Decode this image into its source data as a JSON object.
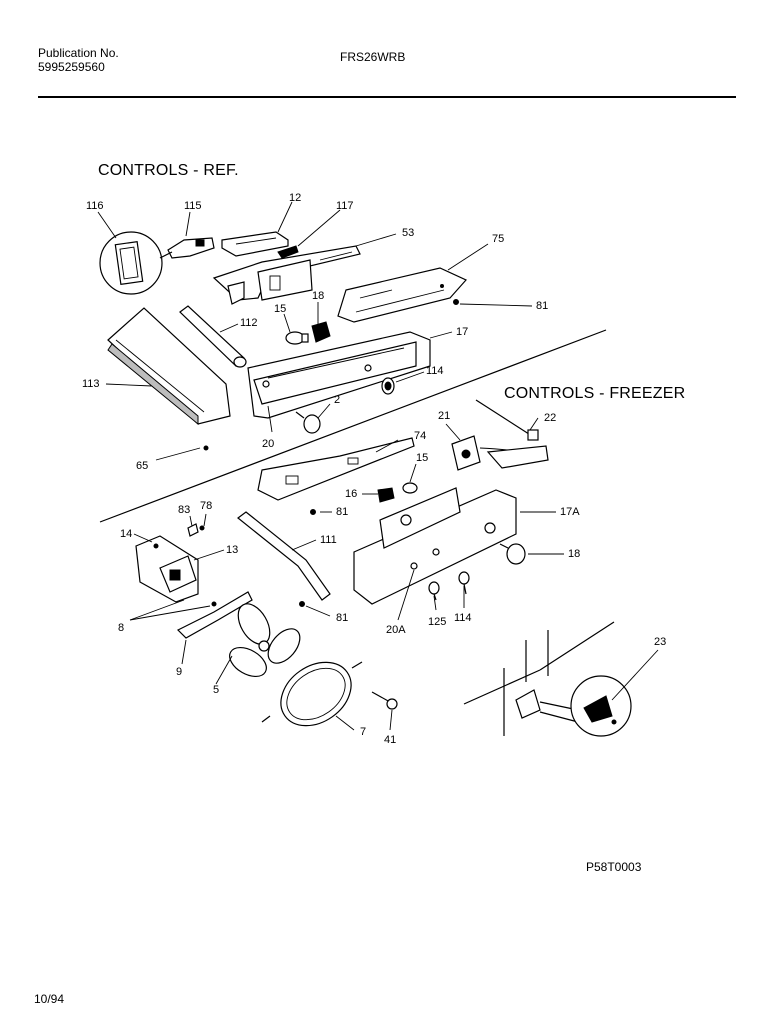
{
  "header": {
    "publication_label": "Publication No.",
    "publication_number": "5995259560",
    "model": "FRS26WRB"
  },
  "sections": {
    "ref_title": "CONTROLS - REF.",
    "freezer_title": "CONTROLS - FREEZER"
  },
  "callouts": {
    "c116": "116",
    "c115": "115",
    "c12": "12",
    "c117": "117",
    "c53": "53",
    "c75": "75",
    "c81a": "81",
    "c15a": "15",
    "c18a": "18",
    "c112": "112",
    "c17": "17",
    "c113": "113",
    "c114a": "114",
    "c2": "2",
    "c20": "20",
    "c65": "65",
    "c21": "21",
    "c22": "22",
    "c74": "74",
    "c15b": "15",
    "c16": "16",
    "c81b": "81",
    "c17a": "17A",
    "c83": "83",
    "c78": "78",
    "c14": "14",
    "c13": "13",
    "c111": "111",
    "c18b": "18",
    "c8": "8",
    "c81c": "81",
    "c20a": "20A",
    "c125": "125",
    "c114b": "114",
    "c9": "9",
    "c5": "5",
    "c23": "23",
    "c41": "41",
    "c7": "7"
  },
  "footer": {
    "diagram_code": "P58T0003",
    "date": "10/94"
  }
}
